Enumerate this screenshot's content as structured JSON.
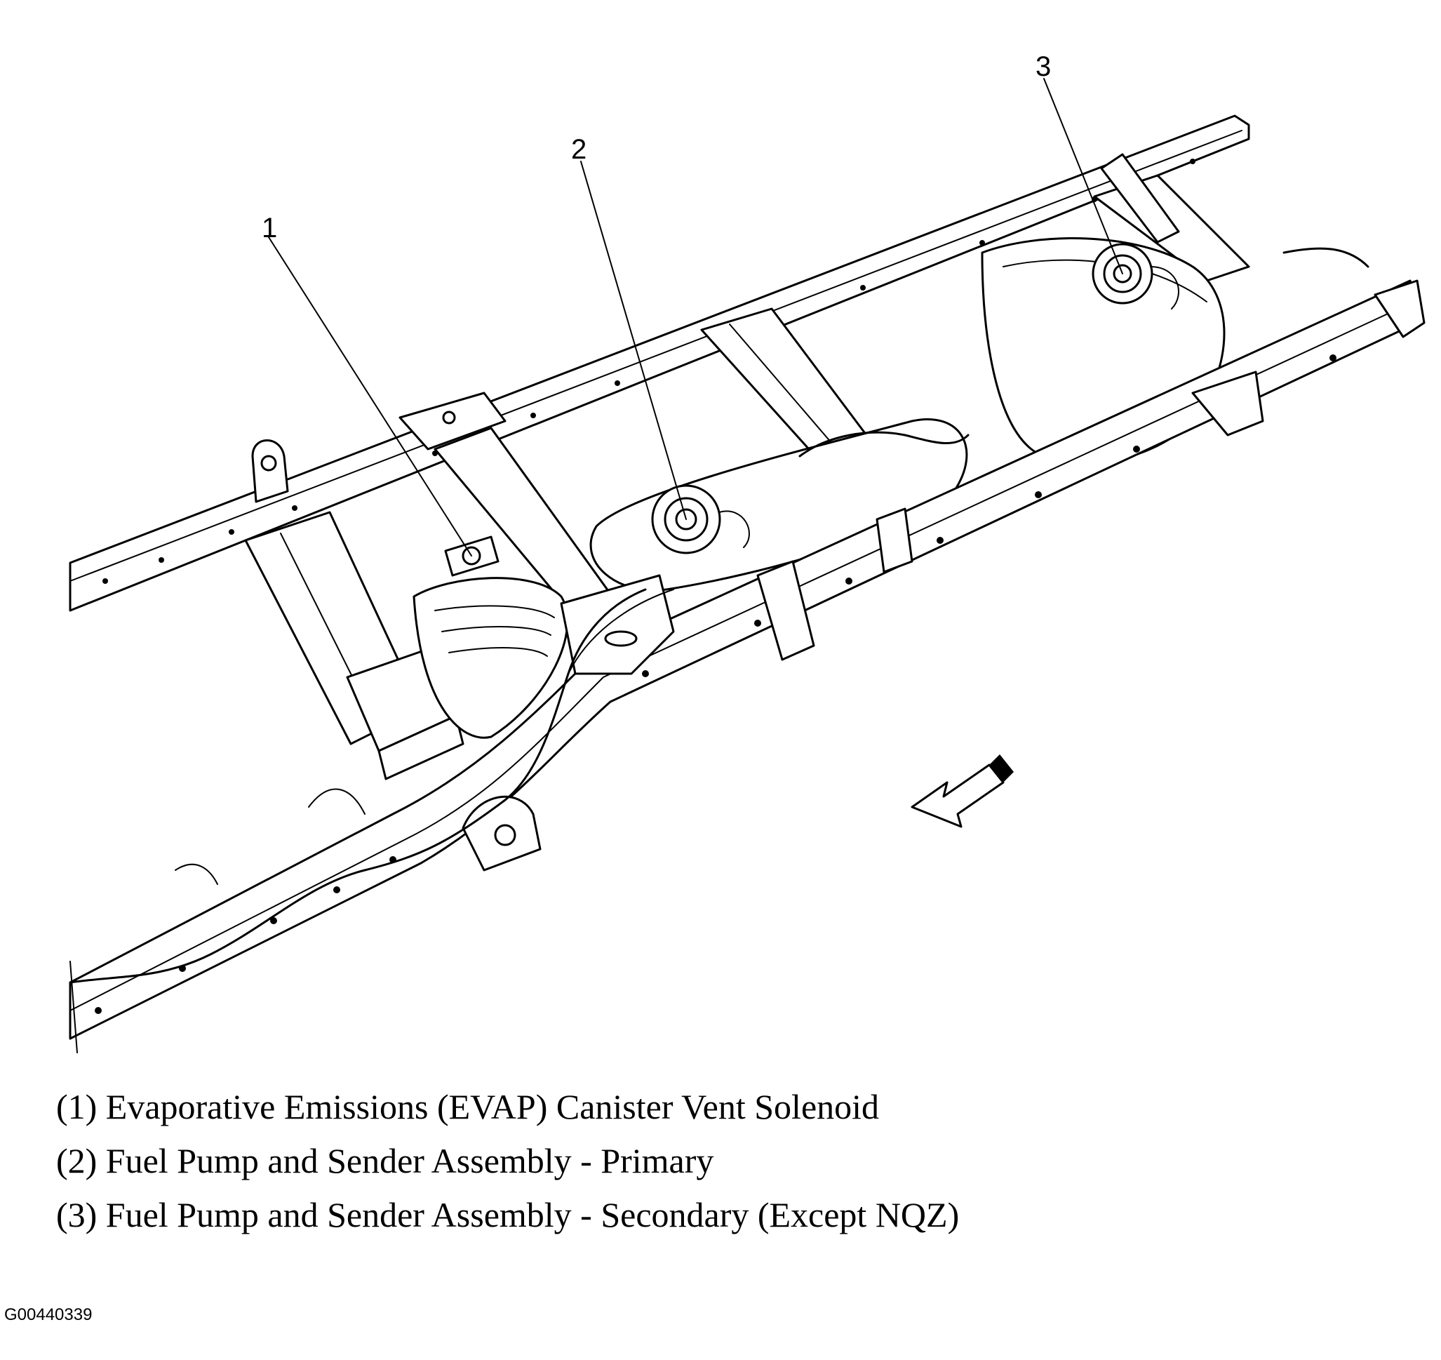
{
  "callouts": [
    {
      "number": "1"
    },
    {
      "number": "2"
    },
    {
      "number": "3"
    }
  ],
  "legend": [
    "(1) Evaporative Emissions (EVAP) Canister Vent Solenoid",
    "(2) Fuel Pump and Sender Assembly - Primary",
    "(3) Fuel Pump and Sender Assembly - Secondary (Except NQZ)"
  ],
  "figure_id": "G00440339"
}
